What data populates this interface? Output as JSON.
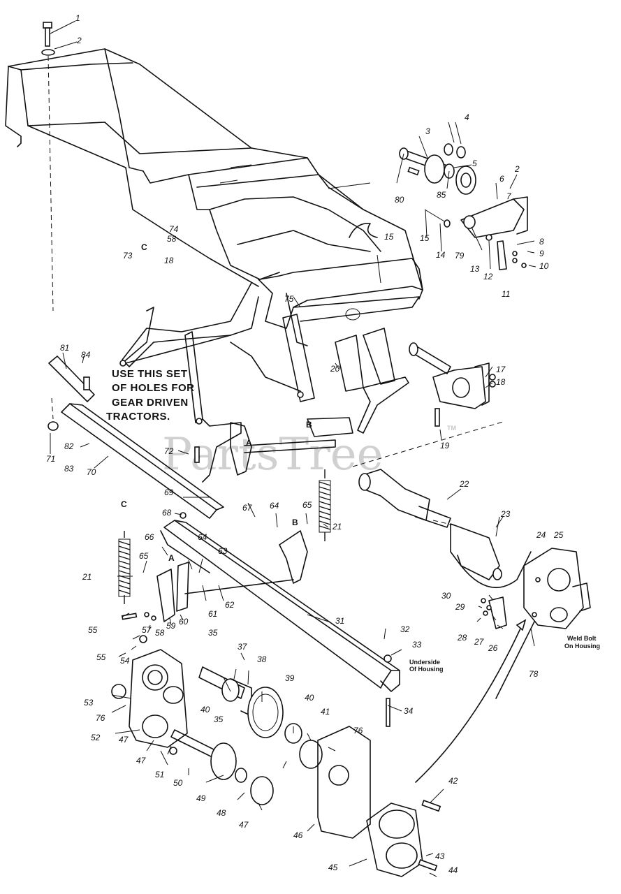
{
  "note": {
    "line1": "USE THIS SET",
    "line2": "OF HOLES FOR",
    "line3": "GEAR DRIVEN",
    "line4": "TRACTORS."
  },
  "annotations": {
    "underside_line1": "Underside",
    "underside_line2": "Of Housing",
    "weld_line1": "Weld Bolt",
    "weld_line2": "On Housing"
  },
  "watermark": "PartsTree",
  "watermark_mark": "TM",
  "letters": [
    "A",
    "B",
    "C",
    "A",
    "B",
    "C"
  ],
  "labels": [
    "1",
    "2",
    "3",
    "4",
    "5",
    "2",
    "6",
    "7",
    "8",
    "9",
    "10",
    "11",
    "12",
    "13",
    "79",
    "14",
    "15",
    "85",
    "80",
    "15",
    "74",
    "58",
    "73",
    "C",
    "75",
    "17",
    "18",
    "19",
    "20",
    "81",
    "84",
    "71",
    "82",
    "83",
    "70",
    "72",
    "22",
    "23",
    "69",
    "67",
    "68",
    "64",
    "65",
    "21",
    "66",
    "65",
    "63",
    "64",
    "21",
    "61",
    "62",
    "60",
    "59",
    "58",
    "57",
    "55",
    "55",
    "54",
    "24",
    "25",
    "30",
    "29",
    "28",
    "27",
    "26",
    "78",
    "31",
    "32",
    "33",
    "35",
    "37",
    "38",
    "39",
    "40",
    "41",
    "76",
    "53",
    "76",
    "52",
    "47",
    "47",
    "51",
    "50",
    "49",
    "48",
    "47",
    "46",
    "42",
    "43",
    "44",
    "45",
    "40",
    "35",
    "34"
  ]
}
